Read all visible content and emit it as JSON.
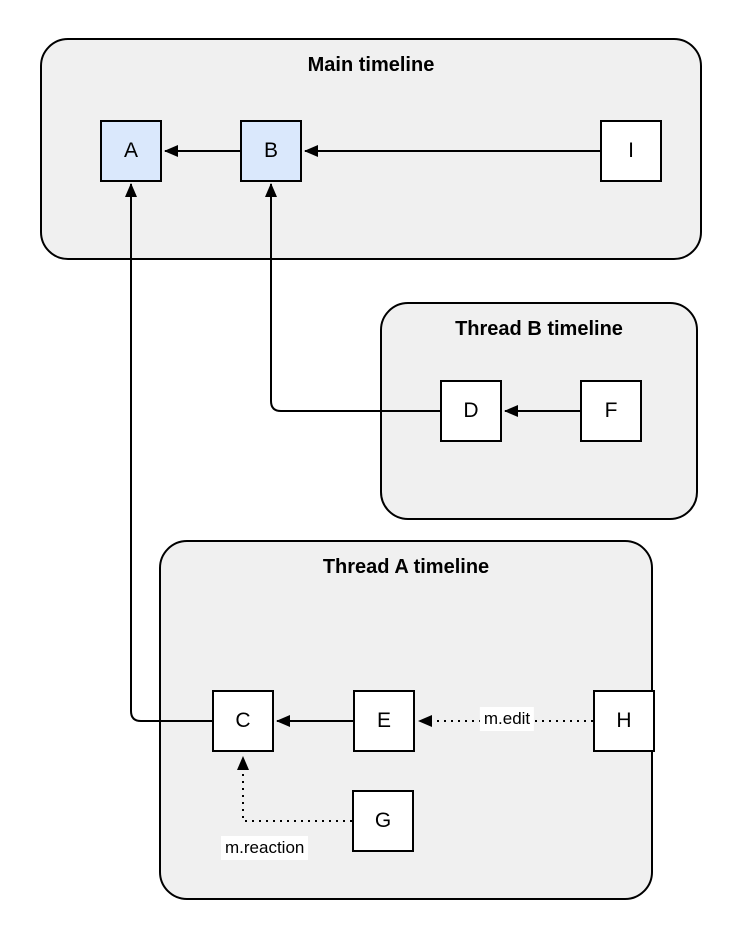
{
  "containers": {
    "main": {
      "title": "Main timeline"
    },
    "thread_b": {
      "title": "Thread B timeline"
    },
    "thread_a": {
      "title": "Thread A timeline"
    }
  },
  "nodes": {
    "A": {
      "label": "A",
      "fill": "#dae8fc",
      "container": "Main timeline"
    },
    "B": {
      "label": "B",
      "fill": "#dae8fc",
      "container": "Main timeline"
    },
    "I": {
      "label": "I",
      "fill": "#ffffff",
      "container": "Main timeline"
    },
    "D": {
      "label": "D",
      "fill": "#ffffff",
      "container": "Thread B timeline"
    },
    "F": {
      "label": "F",
      "fill": "#ffffff",
      "container": "Thread B timeline"
    },
    "C": {
      "label": "C",
      "fill": "#ffffff",
      "container": "Thread A timeline"
    },
    "E": {
      "label": "E",
      "fill": "#ffffff",
      "container": "Thread A timeline"
    },
    "H": {
      "label": "H",
      "fill": "#ffffff",
      "container": "Thread A timeline"
    },
    "G": {
      "label": "G",
      "fill": "#ffffff",
      "container": "Thread A timeline"
    }
  },
  "edges": {
    "b_to_a": {
      "from": "B",
      "to": "A",
      "style": "solid",
      "label": ""
    },
    "i_to_b": {
      "from": "I",
      "to": "B",
      "style": "solid",
      "label": ""
    },
    "f_to_d": {
      "from": "F",
      "to": "D",
      "style": "solid",
      "label": ""
    },
    "d_to_b": {
      "from": "D",
      "to": "B",
      "style": "solid",
      "label": ""
    },
    "e_to_c": {
      "from": "E",
      "to": "C",
      "style": "solid",
      "label": ""
    },
    "c_to_a": {
      "from": "C",
      "to": "A",
      "style": "solid",
      "label": ""
    },
    "h_to_e": {
      "from": "H",
      "to": "E",
      "style": "dotted",
      "label": "m.edit"
    },
    "g_to_c": {
      "from": "G",
      "to": "C",
      "style": "dotted",
      "label": "m.reaction"
    }
  },
  "colors": {
    "container_fill": "#f0f0f0",
    "node_highlight_fill": "#dae8fc",
    "node_fill": "#ffffff",
    "stroke": "#000000",
    "label_background": "#ffffff",
    "page_background": "#ffffff"
  }
}
